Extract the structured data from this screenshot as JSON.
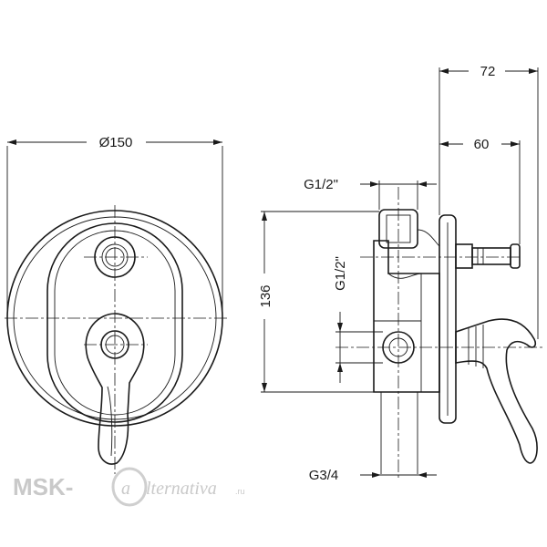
{
  "dimensions": {
    "diameter": "Ø150",
    "depth_total": "72",
    "depth_handle": "60",
    "height": "136",
    "inlet_top": "G1/2\"",
    "inlet_side": "G1/2\"",
    "outlet_bottom": "G3/4"
  },
  "watermark": {
    "brand": "MSK-",
    "script_letter": "a",
    "rest": "lternativa",
    "tld": ".ru"
  }
}
